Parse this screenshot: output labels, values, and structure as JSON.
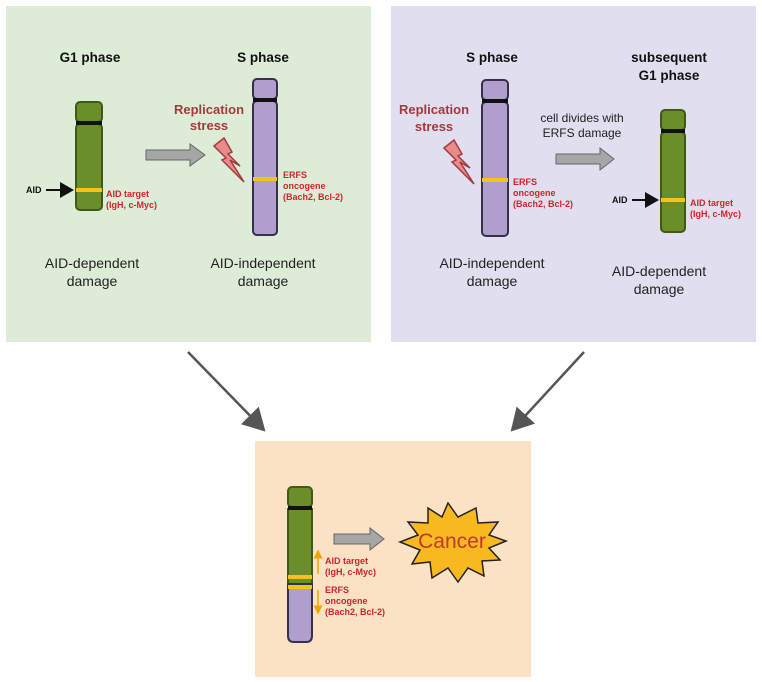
{
  "colors": {
    "panel_g1": "#ddecd7",
    "panel_s": "#e1def0",
    "panel_cancer": "#fbe2c5",
    "chrom_green": "#6b8e2a",
    "chrom_purple": "#b09ecc",
    "band_yellow": "#f7c21b",
    "label_red": "#d2232a",
    "stress_red": "#a23b3b",
    "cancer_burst": "#f7b91f"
  },
  "left_panel": {
    "g1_title": "G1 phase",
    "s_title": "S phase",
    "aid_label": "AID",
    "aid_target": [
      "AID target",
      "(IgH, c-Myc)"
    ],
    "replication_stress": [
      "Replication",
      "stress"
    ],
    "erfs_label": [
      "ERFS",
      "oncogene",
      "(Bach2, Bcl-2)"
    ],
    "caption_g1": [
      "AID-dependent",
      "damage"
    ],
    "caption_s": [
      "AID-independent",
      "damage"
    ]
  },
  "right_panel": {
    "s_title": "S phase",
    "g1_title": [
      "subsequent",
      "G1 phase"
    ],
    "replication_stress": [
      "Replication",
      "stress"
    ],
    "erfs_label": [
      "ERFS",
      "oncogene",
      "(Bach2, Bcl-2)"
    ],
    "divide_note": [
      "cell divides with",
      "ERFS damage"
    ],
    "aid_label": "AID",
    "aid_target": [
      "AID target",
      "(IgH, c-Myc)"
    ],
    "caption_s": [
      "AID-independent",
      "damage"
    ],
    "caption_g1": [
      "AID-dependent",
      "damage"
    ]
  },
  "bottom_panel": {
    "aid_target": [
      "AID target",
      "(IgH, c-Myc)"
    ],
    "erfs_label": [
      "ERFS",
      "oncogene",
      "(Bach2, Bcl-2)"
    ],
    "cancer_label": "Cancer"
  }
}
